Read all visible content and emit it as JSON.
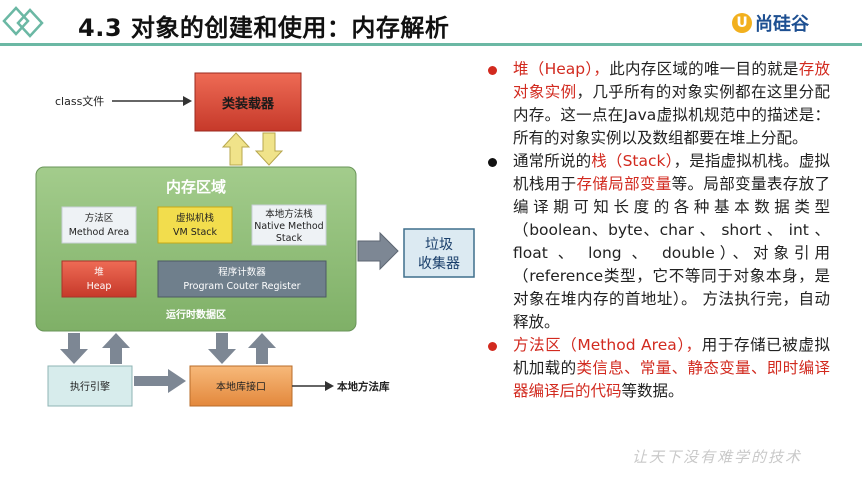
{
  "header": {
    "title": "4.3 对象的创建和使用：内存解析",
    "logo_mark": "U",
    "logo_text": "尚硅谷",
    "rule_color": "#6bb8a4"
  },
  "diagram": {
    "class_file_label": "class文件",
    "class_loader": "类装载器",
    "memory_area_title": "内存区域",
    "method_area": [
      "方法区",
      "Method Area"
    ],
    "vm_stack": [
      "虚拟机栈",
      "VM Stack"
    ],
    "native_stack": [
      "本地方法栈",
      "Native Method",
      "Stack"
    ],
    "heap": [
      "堆",
      "Heap"
    ],
    "pc_register": [
      "程序计数器",
      "Program Couter Register"
    ],
    "runtime_data_area": "运行时数据区",
    "garbage_collector": [
      "垃圾",
      "收集器"
    ],
    "execution_engine": "执行引擎",
    "native_interface": "本地库接口",
    "native_library": "本地方法库"
  },
  "bullets": [
    {
      "color": "#d22a1f",
      "segments": [
        {
          "text": "堆（Heap），",
          "red": true
        },
        {
          "text": "此内存区域的唯一目的就是",
          "red": false
        },
        {
          "text": "存放对象实例",
          "red": true
        },
        {
          "text": "，几乎所有的对象实例都在这里分配内存。这一点在Java虚拟机规范中的描述是：所有的对象实例以及数组都要在堆上分配。",
          "red": false
        }
      ]
    },
    {
      "color": "#111111",
      "segments": [
        {
          "text": "通常所说的",
          "red": false
        },
        {
          "text": "栈（Stack）",
          "red": true
        },
        {
          "text": "，是指虚拟机栈。虚拟机栈用于",
          "red": false
        },
        {
          "text": "存储局部变量",
          "red": true
        },
        {
          "text": "等。局部变量表存放了编译期可知长度的各种基本数据类型（boolean、byte、char 、 short 、 int 、 float 、 long 、 double）、对象引用（reference类型，它不等同于对象本身，是对象在堆内存的首地址）。 方法执行完，自动释放。",
          "red": false
        }
      ]
    },
    {
      "color": "#d22a1f",
      "segments": [
        {
          "text": "方法区（Method Area），",
          "red": true
        },
        {
          "text": "用于存储已被虚拟机加载的",
          "red": false
        },
        {
          "text": "类信息、常量、静态变量、即时编译器编译后的代码",
          "red": true
        },
        {
          "text": "等数据。",
          "red": false
        }
      ]
    }
  ],
  "watermark": "让天下没有难学的技术"
}
